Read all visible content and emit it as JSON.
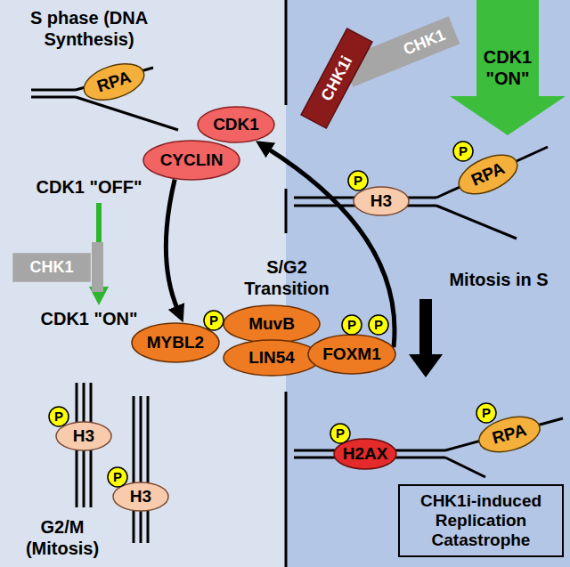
{
  "diagram": {
    "nodes": [
      {
        "text": [
          "RPA"
        ]
      },
      {
        "text": [
          "CHK1"
        ]
      },
      {
        "text": [
          "CYCLIN"
        ]
      },
      {
        "text": [
          "CDK1"
        ]
      },
      {
        "text": [
          "CHK1i"
        ]
      },
      {
        "text": [
          "CHK1"
        ]
      },
      {
        "text": [
          "P"
        ]
      },
      {
        "text": [
          "H3"
        ]
      },
      {
        "text": [
          "P"
        ]
      },
      {
        "text": [
          "RPA"
        ]
      },
      {
        "text": [
          "MYBL2"
        ]
      },
      {
        "text": [
          "P"
        ]
      },
      {
        "text": [
          "MuvB"
        ]
      },
      {
        "text": [
          "LIN54"
        ]
      },
      {
        "text": [
          "FOXM1"
        ]
      },
      {
        "text": [
          "P"
        ]
      },
      {
        "text": [
          "P"
        ]
      },
      {
        "text": [
          "P"
        ]
      },
      {
        "text": [
          "H3"
        ]
      },
      {
        "text": [
          "P"
        ]
      },
      {
        "text": [
          "H3"
        ]
      },
      {
        "text": [
          "P"
        ]
      },
      {
        "text": [
          "H2AX"
        ]
      },
      {
        "text": [
          "P"
        ]
      },
      {
        "text": [
          "RPA"
        ]
      },
      {
        "text": [
          "CHK1i-induced Replication Catastrophe"
        ]
      }
    ],
    "edges": [
      {
        "from": 2,
        "to": 10,
        "arrow": "to"
      },
      {
        "from": 14,
        "to": 3,
        "arrow": "to"
      }
    ],
    "labels": [
      "S phase (DNA Synthesis)",
      "CDK1 \"OFF\"",
      "CDK1 \"ON\"",
      "G2/M (Mitosis)",
      "S/G2 Transition",
      "CDK1 \"ON\"",
      "Mitosis in S"
    ]
  }
}
